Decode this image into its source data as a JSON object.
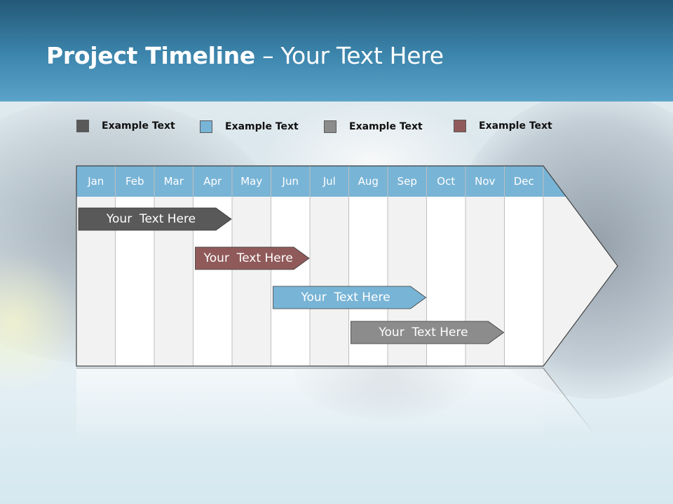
{
  "slide": {
    "title_bold": "Project Timeline",
    "title_rest": " – Your Text Here"
  },
  "legend": [
    {
      "label": "Example Text",
      "color": "#595959"
    },
    {
      "label": "Example Text",
      "color": "#78b4d6"
    },
    {
      "label": "Example Text",
      "color": "#8c8c8c"
    },
    {
      "label": "Example Text",
      "color": "#905a5a"
    }
  ],
  "timeline": {
    "months": [
      "Jan",
      "Feb",
      "Mar",
      "Apr",
      "May",
      "Jun",
      "Jul",
      "Aug",
      "Sep",
      "Oct",
      "Nov",
      "Dec"
    ],
    "header_color": "#78b4d6",
    "tasks": [
      {
        "label": "Your  Text Here",
        "start": "Jan",
        "end": "Apr",
        "color": "#595959"
      },
      {
        "label": "Your  Text Here",
        "start": "Apr",
        "end": "Jun",
        "color": "#905a5a"
      },
      {
        "label": "Your  Text Here",
        "start": "Jun",
        "end": "Sep",
        "color": "#78b4d6"
      },
      {
        "label": "Your  Text Here",
        "start": "Aug",
        "end": "Nov",
        "color": "#8c8c8c"
      }
    ]
  }
}
